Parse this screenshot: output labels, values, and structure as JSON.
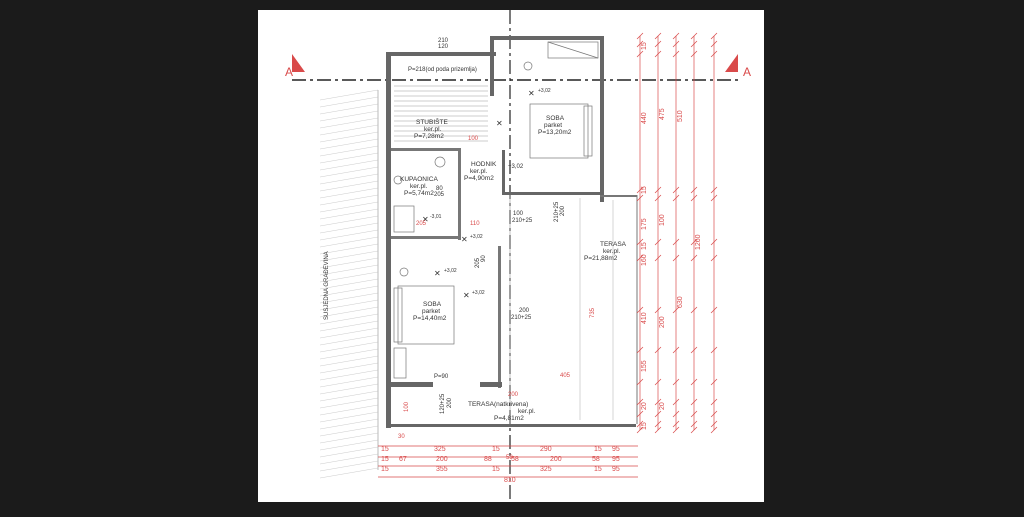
{
  "colors": {
    "background": "#1b1b1b",
    "sheet": "#ffffff",
    "dimension": "#d94a4a",
    "wall": "#555555",
    "text": "#333333"
  },
  "section": {
    "left": "A",
    "right": "A"
  },
  "notes": {
    "stair_height": "P=218(od poda prizemlja)",
    "neighbor": "SUSJEDNA GRAĐEVINA"
  },
  "rooms": {
    "stubiste": {
      "name": "STUBIŠTE",
      "floor": "ker.pl.",
      "area": "P=7,28m2"
    },
    "soba1": {
      "name": "SOBA",
      "floor": "parket",
      "area": "P=13,20m2",
      "level": "+3,02"
    },
    "hodnik": {
      "name": "HODNIK",
      "floor": "ker.pl.",
      "area": "P=4,90m2"
    },
    "kupaonica": {
      "name": "KUPAONICA",
      "floor": "ker.pl.",
      "area": "P=5,74m2",
      "level": "-3,01"
    },
    "terasa": {
      "name": "TERASA",
      "floor": "ker.pl.",
      "area": "P=21,88m2"
    },
    "soba2": {
      "name": "SOBA",
      "floor": "parket",
      "area": "P=14,40m2",
      "level": "+3,02"
    },
    "terasa_n": {
      "name": "TERASA(natkrivena)",
      "floor": "ker.pl.",
      "area": "P=4,81m2"
    }
  },
  "inner_dims": {
    "stair_top_a": "210",
    "stair_top_b": "120",
    "stair_w": "100",
    "door_80": "80",
    "door_205": "205",
    "bath_w": "205",
    "corr_110": "110",
    "win_100": "100",
    "win_210": "210+25",
    "door_r1": "210+25",
    "door_r2": "200",
    "door_205b": "205",
    "door_90": "90",
    "win_200": "200",
    "win_210b": "210+25",
    "p90": "P=90",
    "ter_405": "405",
    "ter_735": "735",
    "ter_200": "200",
    "left_100": "100",
    "door_120": "120+25",
    "door_200": "200",
    "level_a": "+3,02",
    "level_b": "+3,02",
    "level_c": "+3,02",
    "level_d": "+3,02",
    "dim_30": "30",
    "dim_58": "58"
  },
  "dims": {
    "row1": [
      "15",
      "325",
      "15",
      "290",
      "15",
      "95"
    ],
    "row2": [
      "15",
      "67",
      "200",
      "88",
      "58",
      "200",
      "58",
      "95"
    ],
    "row3": [
      "15",
      "355",
      "15",
      "325",
      "15",
      "95"
    ],
    "total": "810",
    "right1": [
      "440",
      "175",
      "160",
      "410",
      "155",
      "20"
    ],
    "right2": [
      "475",
      "100",
      "200",
      "20"
    ],
    "right3": [
      "510",
      "630"
    ],
    "right4": "1260",
    "right_15": [
      "15",
      "15",
      "15",
      "15"
    ]
  }
}
